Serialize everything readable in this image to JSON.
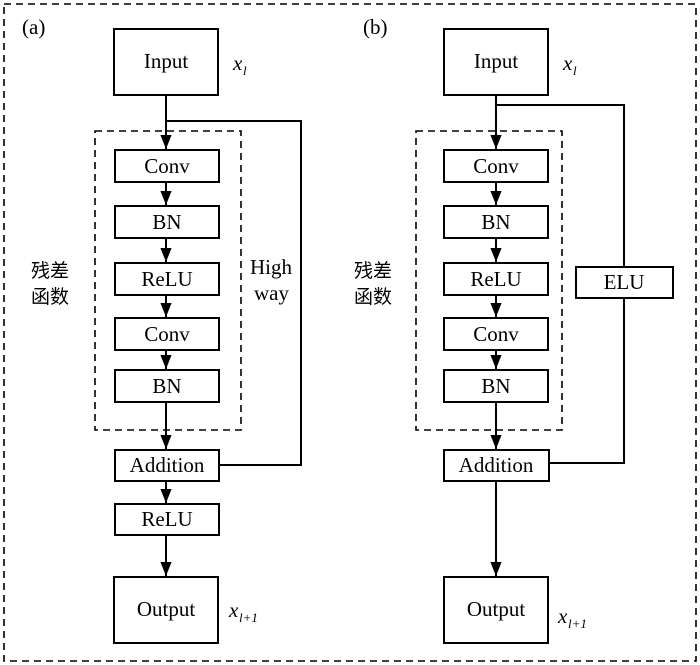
{
  "panels": [
    {
      "tag": "(a)",
      "input": "Input",
      "input_var": "x",
      "input_sub": "l",
      "blocks": [
        "Conv",
        "BN",
        "ReLU",
        "Conv",
        "BN"
      ],
      "group_label_line1": "残差",
      "group_label_line2": "函数",
      "shortcut_line1": "High",
      "shortcut_line2": "way",
      "addition": "Addition",
      "post": "ReLU",
      "output": "Output",
      "output_var": "x",
      "output_sub": "l+1"
    },
    {
      "tag": "(b)",
      "input": "Input",
      "input_var": "x",
      "input_sub": "l",
      "blocks": [
        "Conv",
        "BN",
        "ReLU",
        "Conv",
        "BN"
      ],
      "group_label_line1": "残差",
      "group_label_line2": "函数",
      "shortcut_box": "ELU",
      "addition": "Addition",
      "output": "Output",
      "output_var": "x",
      "output_sub": "l+1"
    }
  ]
}
